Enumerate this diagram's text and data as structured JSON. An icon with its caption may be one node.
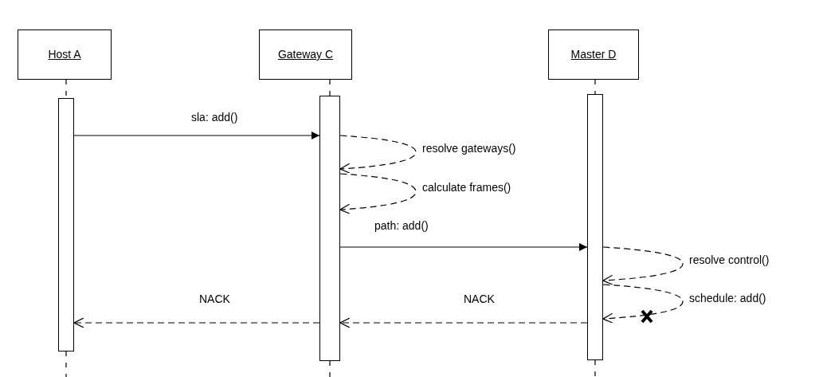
{
  "diagram": {
    "nodes": [
      {
        "text": [
          "Host A"
        ]
      },
      {
        "text": [
          "Gateway C"
        ]
      },
      {
        "text": [
          "Master D"
        ]
      },
      {
        "text": [],
        "shape": "bar"
      },
      {
        "text": [],
        "shape": "bar"
      },
      {
        "text": [],
        "shape": "bar"
      }
    ],
    "edges": [
      {
        "from": 0,
        "to": 3,
        "arrow": "none",
        "style": "dashed"
      },
      {
        "from": 1,
        "to": 4,
        "arrow": "none",
        "style": "dashed"
      },
      {
        "from": 2,
        "to": 5,
        "arrow": "none",
        "style": "dashed"
      },
      {
        "from": 3,
        "to": null,
        "arrow": "none",
        "style": "dashed"
      },
      {
        "from": 4,
        "to": null,
        "arrow": "none",
        "style": "dashed"
      },
      {
        "from": 5,
        "to": null,
        "arrow": "none",
        "style": "dashed"
      },
      {
        "from": 3,
        "to": 4,
        "arrow": "to",
        "label": "sla: add()"
      },
      {
        "from": 4,
        "to": 4,
        "arrow": "to",
        "label": "resolve gateways()",
        "style": "dashed"
      },
      {
        "from": 4,
        "to": 4,
        "arrow": "to",
        "label": "calculate frames()",
        "style": "dashed"
      },
      {
        "from": 4,
        "to": 5,
        "arrow": "to",
        "label": "path: add()"
      },
      {
        "from": 5,
        "to": 5,
        "arrow": "to",
        "label": "resolve control()",
        "style": "dashed"
      },
      {
        "from": 5,
        "to": 5,
        "arrow": "to",
        "label": "schedule: add()",
        "style": "dashed"
      },
      {
        "from": 5,
        "to": 4,
        "arrow": "to",
        "label": "NACK",
        "style": "dashed"
      },
      {
        "from": 4,
        "to": 3,
        "arrow": "to",
        "label": "NACK",
        "style": "dashed"
      }
    ]
  }
}
